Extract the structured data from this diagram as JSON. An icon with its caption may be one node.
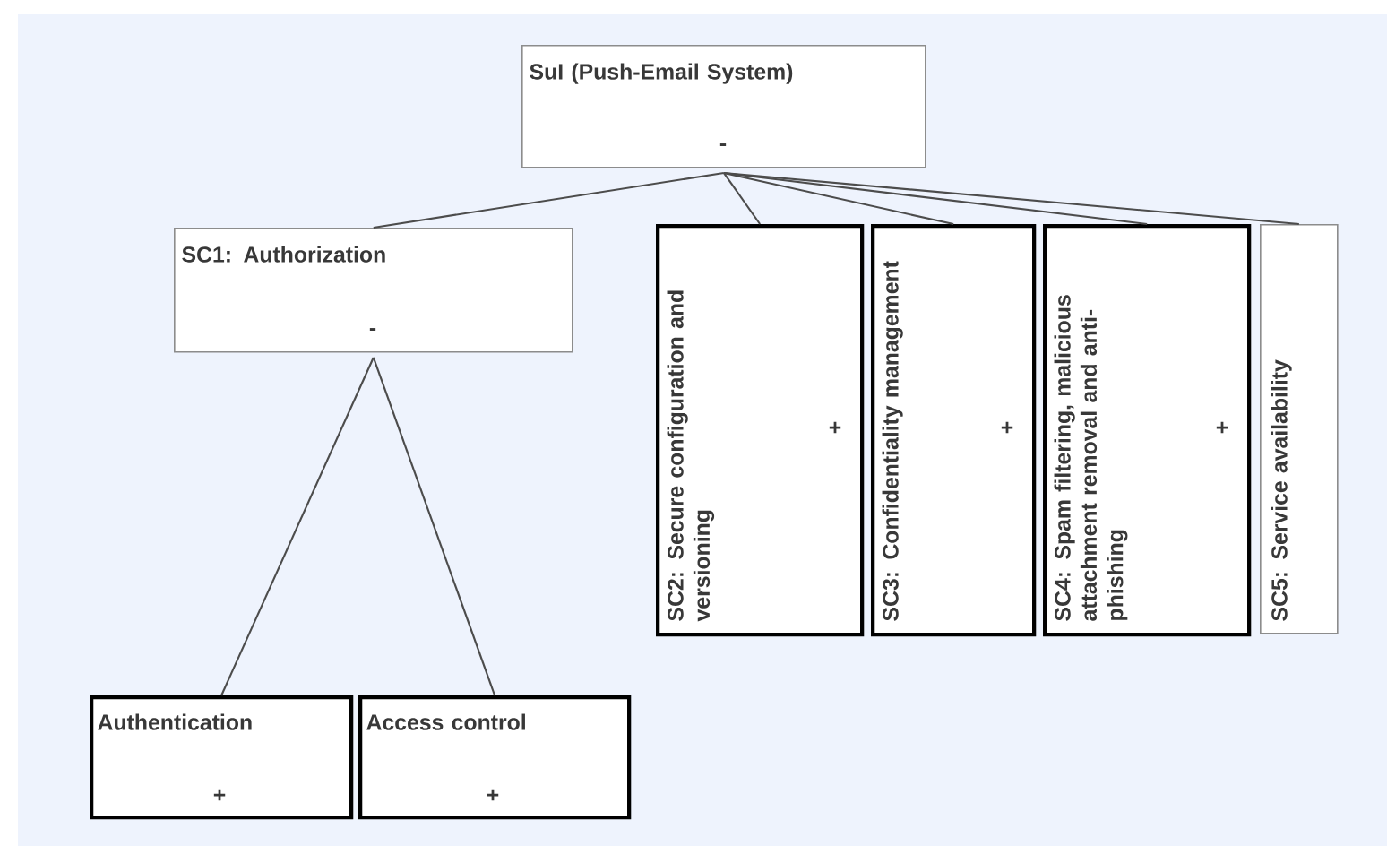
{
  "diagram": {
    "nodes": [
      {
        "text": [
          "SuI (Push-Email System)",
          "-"
        ]
      },
      {
        "text": [
          "SC1: Authorization",
          "-"
        ]
      },
      {
        "text": [
          "SC2: Secure configuration and versioning",
          "+"
        ]
      },
      {
        "text": [
          "SC3: Confidentiality management",
          "+"
        ]
      },
      {
        "text": [
          "SC4: Spam filtering, malicious attachment removal and anti-phishing",
          "+"
        ]
      },
      {
        "text": [
          "SC5: Service availability"
        ]
      },
      {
        "text": [
          "Authentication",
          "+"
        ]
      },
      {
        "text": [
          "Access control",
          "+"
        ]
      }
    ],
    "edges": [
      {
        "from": 0,
        "to": 1,
        "arrow": "none"
      },
      {
        "from": 0,
        "to": 2,
        "arrow": "none"
      },
      {
        "from": 0,
        "to": 3,
        "arrow": "none"
      },
      {
        "from": 0,
        "to": 4,
        "arrow": "none"
      },
      {
        "from": 0,
        "to": 5,
        "arrow": "none"
      },
      {
        "from": 1,
        "to": 6,
        "arrow": "none"
      },
      {
        "from": 1,
        "to": 7,
        "arrow": "none"
      }
    ]
  }
}
